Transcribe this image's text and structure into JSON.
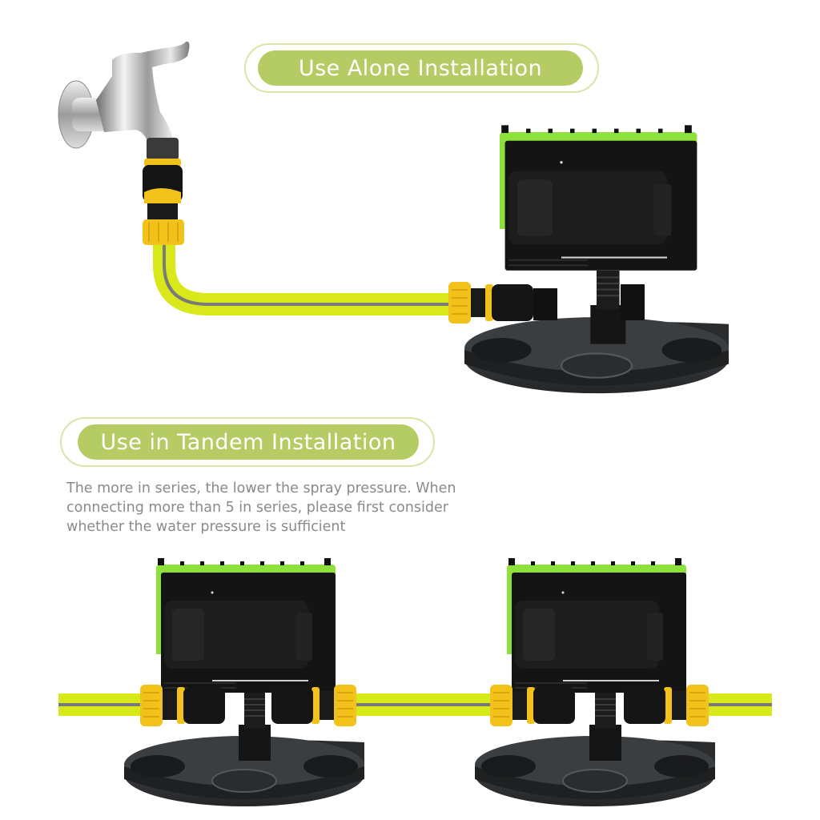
{
  "sections": {
    "alone": {
      "title": "Use Alone Installation"
    },
    "tandem": {
      "title": "Use in Tandem Installation",
      "description": "The more in series, the lower the spray pressure. When connecting more than 5 in series, please first consider whether the water pressure is sufficient",
      "description_lines": [
        "The more in series, the lower the spray pressure. When",
        "connecting more than 5 in series, please first consider",
        "whether the water pressure is sufficient"
      ]
    }
  },
  "illustrations": {
    "faucet": "chrome-faucet-with-quick-connector",
    "alone_sprinkler": "oscillating-sprinkler-single",
    "tandem_sprinklers": [
      "oscillating-sprinkler-1",
      "oscillating-sprinkler-2"
    ]
  },
  "colors": {
    "pill_fill": "#b4cc63",
    "pill_border": "#d6e6a6",
    "hose_yellow": "#d9e81a",
    "hose_stripe": "#7a7a7a",
    "connector_yellow": "#f2c21a",
    "sprinkler_green": "#8ee03a",
    "sprinkler_black": "#141414",
    "base_grey": "#2f3235",
    "text_grey": "#8a8a8a"
  }
}
